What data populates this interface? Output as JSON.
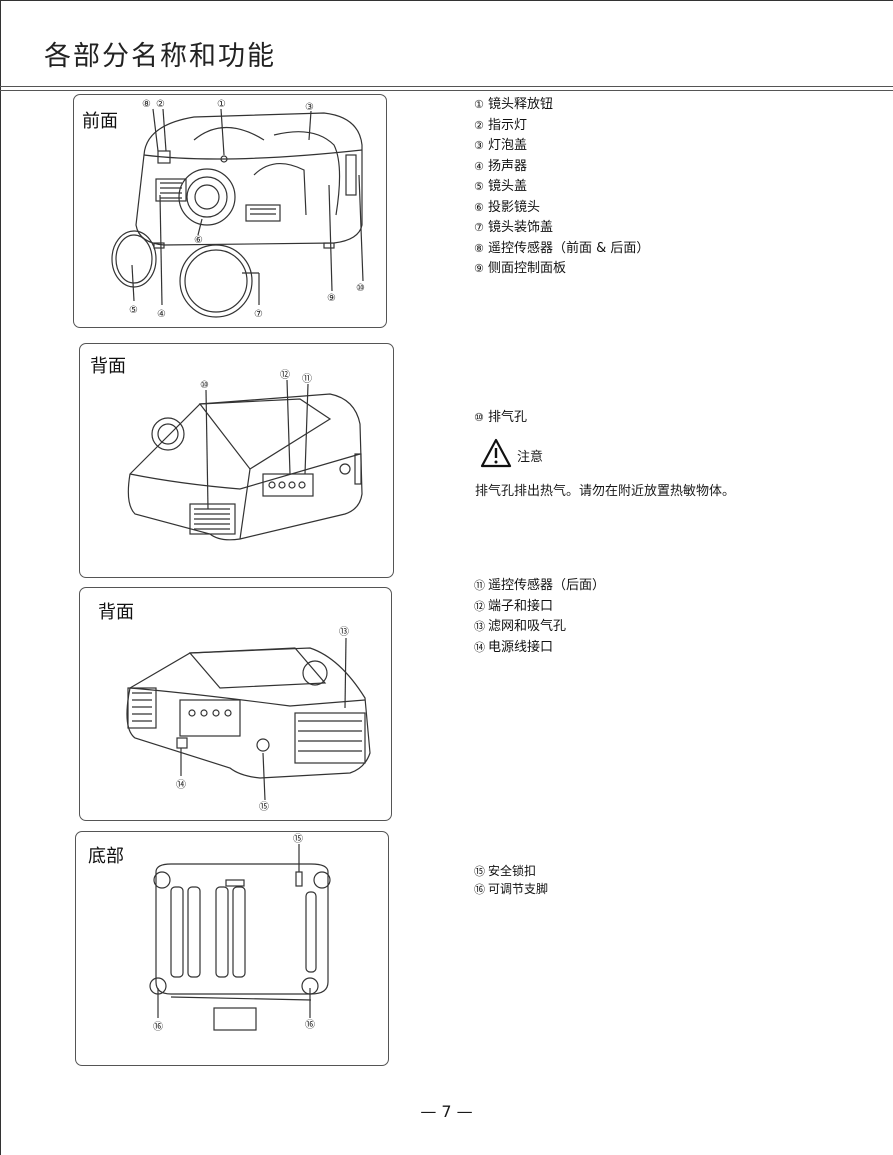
{
  "page": {
    "title": "各部分名称和功能",
    "page_number": "— 7 —"
  },
  "panels": {
    "front": {
      "label": "前面",
      "callouts": [
        "①",
        "②",
        "③",
        "④",
        "⑤",
        "⑥",
        "⑦",
        "⑧",
        "⑨",
        "⑩"
      ]
    },
    "back1": {
      "label": "背面",
      "callouts": [
        "⑩",
        "⑪",
        "⑫"
      ]
    },
    "back2": {
      "label": "背面",
      "callouts": [
        "⑬",
        "⑭",
        "⑮"
      ]
    },
    "bottom": {
      "label": "底部",
      "callouts": [
        "⑮",
        "⑯",
        "⑯"
      ]
    }
  },
  "front_items": [
    {
      "num": "①",
      "text": "镜头释放钮"
    },
    {
      "num": "②",
      "text": "指示灯"
    },
    {
      "num": "③",
      "text": "灯泡盖"
    },
    {
      "num": "④",
      "text": "扬声器"
    },
    {
      "num": "⑤",
      "text": "镜头盖"
    },
    {
      "num": "⑥",
      "text": "投影镜头"
    },
    {
      "num": "⑦",
      "text": "镜头装饰盖"
    },
    {
      "num": "⑧",
      "text": "遥控传感器（前面 & 后面）"
    },
    {
      "num": "⑨",
      "text": "侧面控制面板"
    }
  ],
  "back1_items": [
    {
      "num": "⑩",
      "text": "排气孔"
    }
  ],
  "caution": {
    "icon": "warning-triangle-icon",
    "label": "注意",
    "text": "排气孔排出热气。请勿在附近放置热敏物体。"
  },
  "back2_items": [
    {
      "num": "⑪",
      "text": "遥控传感器（后面）"
    },
    {
      "num": "⑫",
      "text": "端子和接口"
    },
    {
      "num": "⑬",
      "text": "滤网和吸气孔"
    },
    {
      "num": "⑭",
      "text": "电源线接口"
    }
  ],
  "bottom_items": [
    {
      "num": "⑮",
      "text": "安全锁扣"
    },
    {
      "num": "⑯",
      "text": "可调节支脚"
    }
  ]
}
